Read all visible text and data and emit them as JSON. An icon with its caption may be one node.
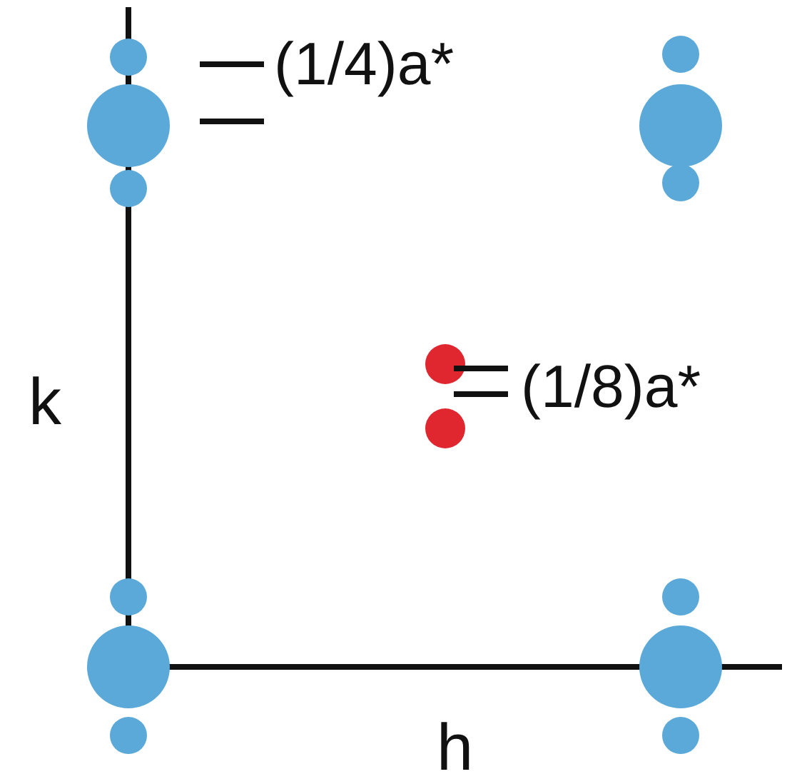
{
  "diagram": {
    "labels": [
      "(1/4)a*",
      "(1/8)a*",
      "k",
      "h"
    ]
  }
}
